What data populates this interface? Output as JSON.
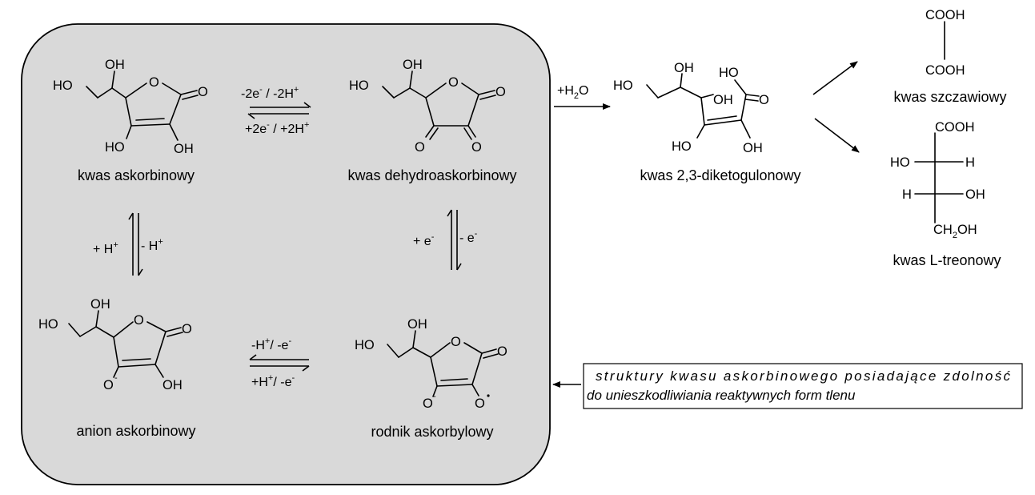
{
  "compounds": {
    "ascorbic": {
      "name": "kwas askorbinowy"
    },
    "dehydro": {
      "name": "kwas dehydroaskorbinowy"
    },
    "anion": {
      "name": "anion askorbinowy"
    },
    "radical": {
      "name": "rodnik askorbylowy"
    },
    "diketo": {
      "name": "kwas 2,3-diketogulonowy"
    },
    "oxalic": {
      "name": "kwas szczawiowy"
    },
    "threonic": {
      "name": "kwas L-treonowy"
    }
  },
  "atoms": {
    "OH": "OH",
    "HO": "HO",
    "O": "O",
    "H": "H",
    "COOH": "COOH",
    "CH": "CH",
    "sub2": "2"
  },
  "conditions": {
    "oxidation_top": {
      "a": "-2e",
      "a_sup": "-",
      "b": " / -2H",
      "b_sup": "+"
    },
    "reduction_bottom": {
      "a": "+2e",
      "a_sup": "-",
      "b": " / +2H",
      "b_sup": "+"
    },
    "left_plus": {
      "text": "+ H",
      "sup": "+"
    },
    "left_minus": {
      "text": "- H",
      "sup": "+"
    },
    "right_plus": {
      "text": "+ e",
      "sup": "-"
    },
    "right_minus": {
      "text": "- e",
      "sup": "-"
    },
    "bottom_top": {
      "a": "-H",
      "a_sup": "+",
      "b": "/ -e",
      "b_sup": "-"
    },
    "bottom_bottom": {
      "a": "+H",
      "a_sup": "+",
      "b": "/ -e",
      "b_sup": "-"
    },
    "hydrolysis": {
      "text": "+H",
      "sub": "2",
      "tail": "O"
    }
  },
  "note": {
    "line1": "struktury kwasu askorbinowego posiadające zdolność",
    "line2": "do unieszkodliwiania reaktywnych form tlenu"
  },
  "colors": {
    "panel": "#d9d9d9",
    "ink": "#000000",
    "note_border": "#000000"
  }
}
